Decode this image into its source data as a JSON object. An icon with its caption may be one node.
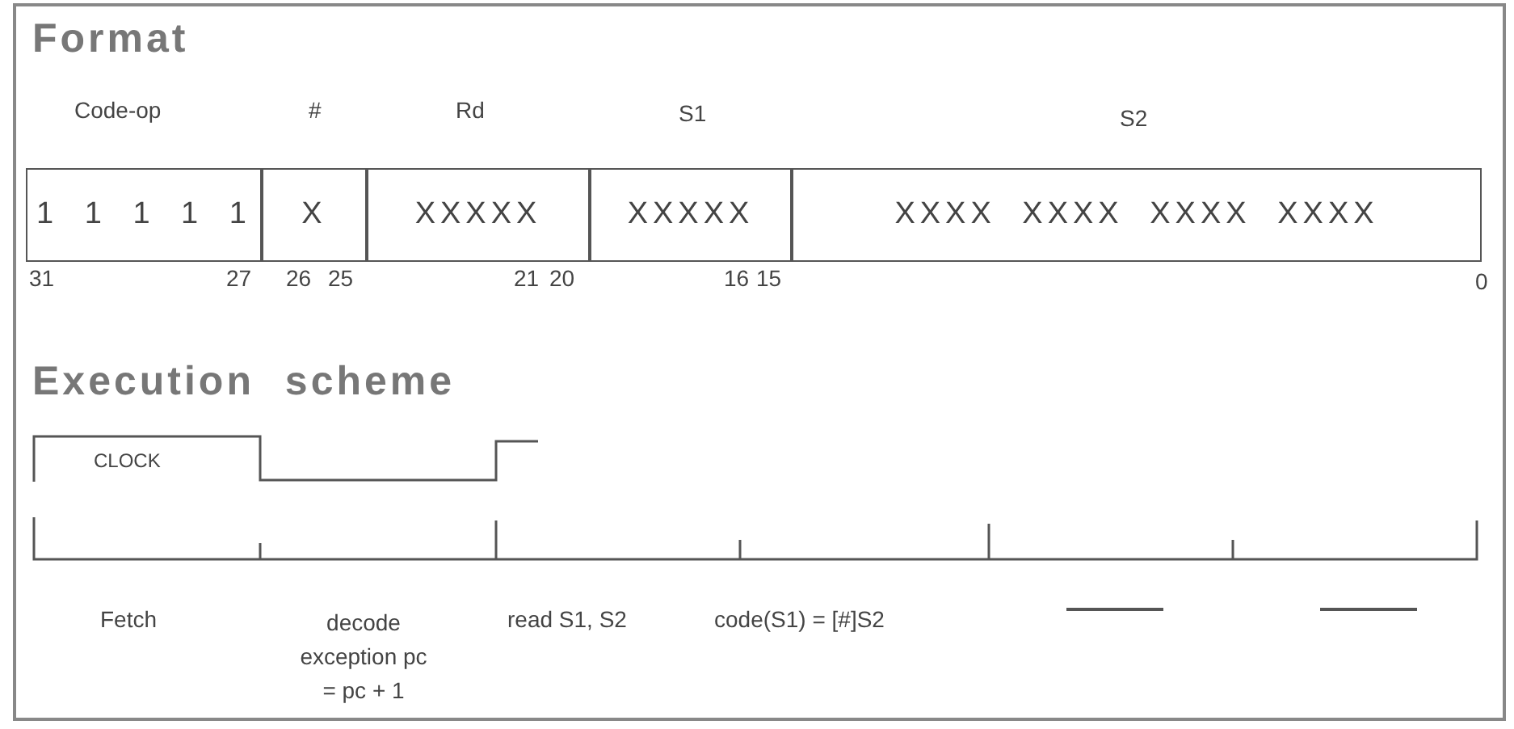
{
  "diagram": {
    "nodes": [
      {
        "text": [
          "1 1 1 1 1"
        ]
      },
      {
        "text": [
          "X"
        ]
      },
      {
        "text": [
          "XXXXX"
        ]
      },
      {
        "text": [
          "XXXXX"
        ]
      },
      {
        "text": [
          "XXXX XXXX XXXX XXXX"
        ]
      }
    ],
    "edges": [],
    "labels": [
      "Format",
      "Code-op",
      "#",
      "Rd",
      "S1",
      "S2",
      "31",
      "27",
      "26",
      "25",
      "21",
      "20",
      "16",
      "15",
      "0",
      "Execution scheme",
      "CLOCK",
      "Fetch",
      "decode exception pc = pc + 1",
      "read S1, S2",
      "code(S1) = [#]S2"
    ]
  }
}
